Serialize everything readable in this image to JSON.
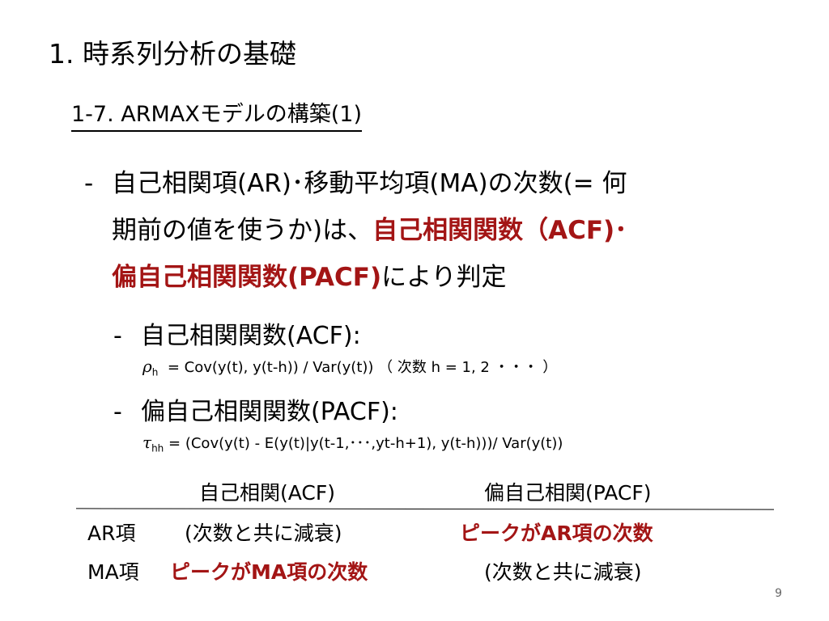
{
  "slide": {
    "title": "1. 時系列分析の基礎",
    "subtitle": "1-7. ARMAXモデルの構築(1)",
    "page_number": "9"
  },
  "bullet": {
    "dash": "-",
    "line1": "自己相関項(AR)･移動平均項(MA)の次数(= 何",
    "line2_plain": "期前の値を使うか)は、",
    "line2_red": "自己相関関数（ACF)･",
    "line3_red": "偏自己相関関数(PACF)",
    "line3_plain": "により判定"
  },
  "acf": {
    "dash": "-",
    "label": "自己相関関数(ACF):",
    "symbol": "ρ",
    "subscript": "h",
    "formula": "= Cov(y(t), y(t-h)) / Var(y(t)) （ 次数 h = 1, 2 ・・・ ）"
  },
  "pacf": {
    "dash": "-",
    "label": "偏自己相関関数(PACF):",
    "symbol": "τ",
    "subscript": "hh",
    "formula": "= (Cov(y(t) - E(y(t)|y(t-1,･･･,yt-h+1), y(t-h)))/ Var(y(t))"
  },
  "table": {
    "headers": [
      "自己相関(ACF)",
      "偏自己相関(PACF)"
    ],
    "rows": [
      {
        "label": "AR項",
        "acf": "(次数と共に減衰)",
        "pacf": "ピークがAR項の次数"
      },
      {
        "label": "MA項",
        "acf": "ピークがMA項の次数",
        "pacf": "(次数と共に減衰)"
      }
    ]
  },
  "colors": {
    "accent_red": "#a31515",
    "text": "#000000"
  }
}
